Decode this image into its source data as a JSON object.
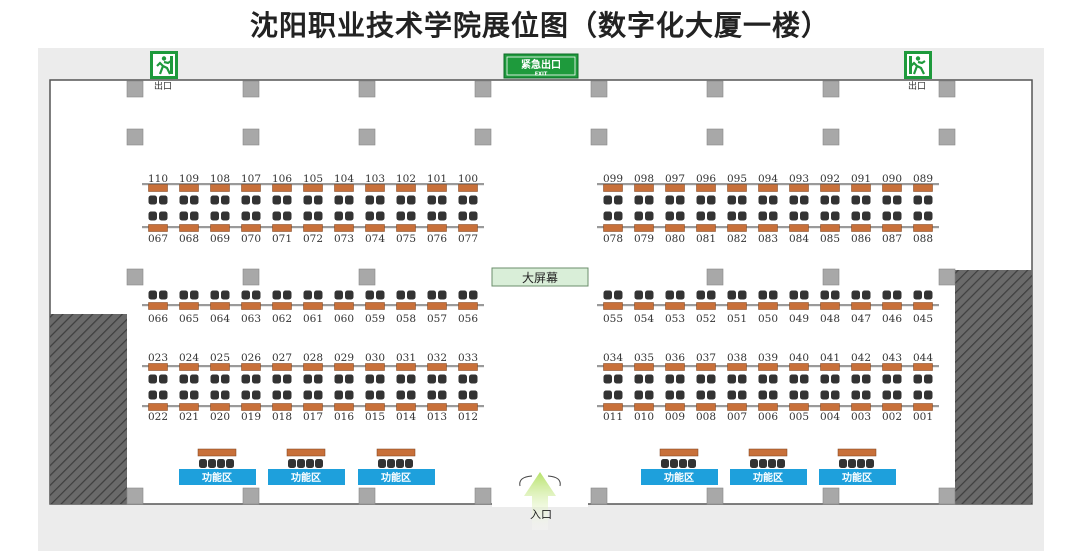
{
  "title": "沈阳职业技术学院展位图（数字化大厦一楼）",
  "labels": {
    "emergency_exit": "紧急出口",
    "emergency_exit_en": "EXIT",
    "side_exit": "出口",
    "big_screen": "大屏幕",
    "entrance": "入口",
    "function_area": "功能区"
  },
  "booths": {
    "row1_left_top": [
      "110",
      "109",
      "108",
      "107",
      "106",
      "105",
      "104",
      "103",
      "102",
      "101",
      "100"
    ],
    "row1_left_bottom": [
      "067",
      "068",
      "069",
      "070",
      "071",
      "072",
      "073",
      "074",
      "075",
      "076",
      "077"
    ],
    "row1_right_top": [
      "099",
      "098",
      "097",
      "096",
      "095",
      "094",
      "093",
      "092",
      "091",
      "090",
      "089"
    ],
    "row1_right_bottom": [
      "078",
      "079",
      "080",
      "081",
      "082",
      "083",
      "084",
      "085",
      "086",
      "087",
      "088"
    ],
    "row2_left": [
      "066",
      "065",
      "064",
      "063",
      "062",
      "061",
      "060",
      "059",
      "058",
      "057",
      "056"
    ],
    "row2_right": [
      "055",
      "054",
      "053",
      "052",
      "051",
      "050",
      "049",
      "048",
      "047",
      "046",
      "045"
    ],
    "row3_left_top": [
      "023",
      "024",
      "025",
      "026",
      "027",
      "028",
      "029",
      "030",
      "031",
      "032",
      "033"
    ],
    "row3_left_bottom": [
      "022",
      "021",
      "020",
      "019",
      "018",
      "017",
      "016",
      "015",
      "014",
      "013",
      "012"
    ],
    "row3_right_top": [
      "034",
      "035",
      "036",
      "037",
      "038",
      "039",
      "040",
      "041",
      "042",
      "043",
      "044"
    ],
    "row3_right_bottom": [
      "011",
      "010",
      "009",
      "008",
      "007",
      "006",
      "005",
      "004",
      "003",
      "002",
      "001"
    ]
  },
  "colors": {
    "desk": "#c8703a",
    "chair": "#333333",
    "pillar": "#a8a8a8",
    "exit_green": "#1e9a3c",
    "function_blue": "#1ea0dc",
    "screen_green": "#d9eed8",
    "hatch": "#555555"
  }
}
